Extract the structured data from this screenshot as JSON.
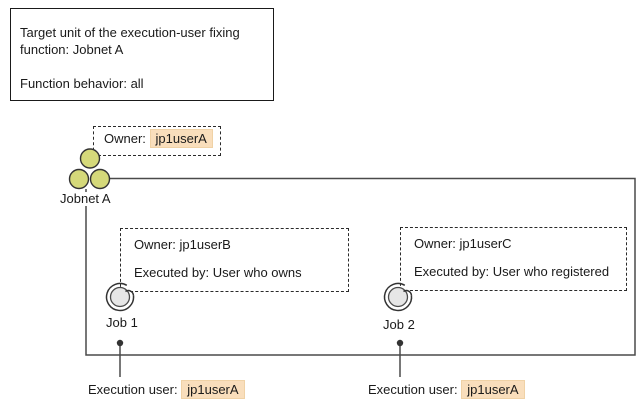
{
  "colors": {
    "highlight_bg": "#f9debc",
    "highlight_border": "#f0d2a6",
    "jobnet_icon_fill": "#d5d97a",
    "job_icon_fill": "#e6e6e6",
    "line_color": "#4a4a4a"
  },
  "info_box": {
    "lines": [
      "Target unit of the execution-user fixing",
      "function: Jobnet A",
      "",
      "Function behavior: all"
    ]
  },
  "jobnet": {
    "owner_label": "Owner:",
    "owner_value": "jp1userA",
    "name": "Jobnet A"
  },
  "jobs": [
    {
      "name": "Job 1",
      "owner": "Owner: jp1userB",
      "executed_by": "Executed by: User who owns",
      "execution_user_label": "Execution user:",
      "execution_user_value": "jp1userA"
    },
    {
      "name": "Job 2",
      "owner": "Owner: jp1userC",
      "executed_by": "Executed by: User who registered",
      "execution_user_label": "Execution user:",
      "execution_user_value": "jp1userA"
    }
  ]
}
